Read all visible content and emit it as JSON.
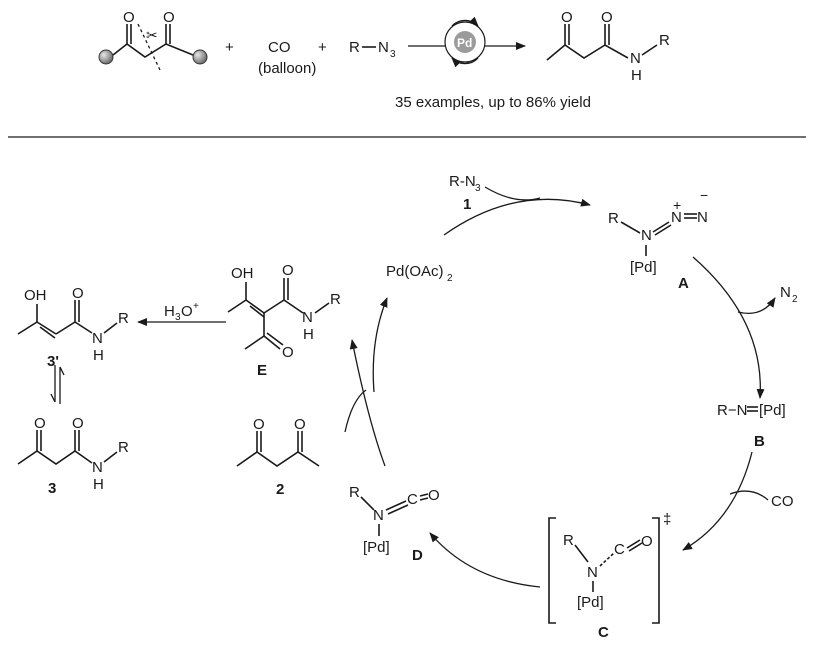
{
  "reaction": {
    "plus": "+",
    "co": "CO",
    "balloon": "(balloon)",
    "azide_r": "R",
    "azide_n": "N",
    "azide_sub": "3",
    "catalyst": "Pd",
    "product_o1": "O",
    "product_o2": "O",
    "product_n": "N",
    "product_h": "H",
    "product_r": "R",
    "summary": "35 examples, up to 86% yield"
  },
  "cycle": {
    "pd_oac": "Pd(OAc)",
    "pd_oac_sub": "2",
    "rn3": "R-N",
    "rn3_sub": "3",
    "label_1": "1",
    "label_2": "2",
    "label_3": "3",
    "label_3p": "3'",
    "label_A": "A",
    "label_B": "B",
    "label_C": "C",
    "label_D": "D",
    "label_E": "E",
    "n2": "N",
    "n2_sub": "2",
    "co_in": "CO",
    "h3o": "H",
    "h3o_sub": "3",
    "h3o_o": "O",
    "h3o_plus": "+",
    "pd": "[Pd]",
    "r": "R",
    "n": "N",
    "o": "O",
    "c": "C",
    "h": "H",
    "oh": "OH",
    "plus_sign": "+",
    "minus_sign": "−",
    "b_text": "R−N",
    "b_pd": "[Pd]",
    "dagger": "‡"
  }
}
